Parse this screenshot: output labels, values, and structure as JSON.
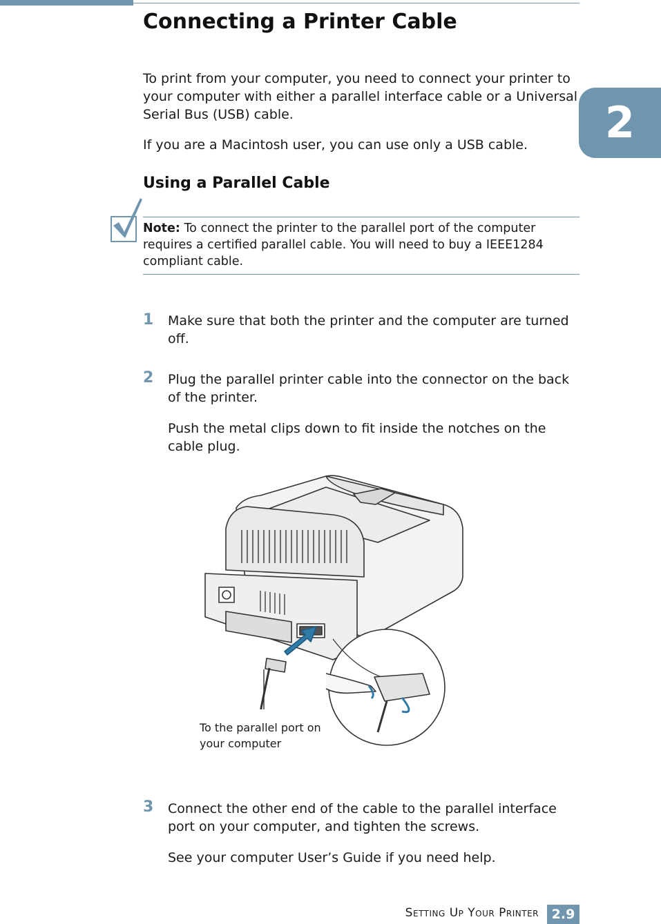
{
  "chapter_tab": "2",
  "title": "Connecting a Printer Cable",
  "intro": [
    "To print from your computer, you need to connect your printer to your computer with either a parallel interface cable or a Universal Serial Bus (USB) cable.",
    "If you are a Macintosh user, you can use only a USB cable."
  ],
  "section_heading": "Using a Parallel Cable",
  "note": {
    "label": "Note:",
    "text": " To connect the printer to the parallel port of the computer requires a certified parallel cable. You will need to buy a IEEE1284 compliant cable."
  },
  "steps": [
    {
      "number": "1",
      "text": "Make sure that both the printer and the computer are turned off."
    },
    {
      "number": "2",
      "text": "Plug the parallel printer cable into the connector on the back of the printer.",
      "extra": "Push the metal clips down to fit inside the notches on the cable plug."
    },
    {
      "number": "3",
      "text": "Connect the other end of the cable to the parallel interface port on your computer, and tighten the screws.",
      "extra": "See your computer User’s Guide if you need help."
    }
  ],
  "figure_caption": "To the parallel port on your computer",
  "footer": {
    "title": "Setting Up Your Printer",
    "page": "2.9"
  },
  "colors": {
    "accent": "#6f96ae"
  }
}
